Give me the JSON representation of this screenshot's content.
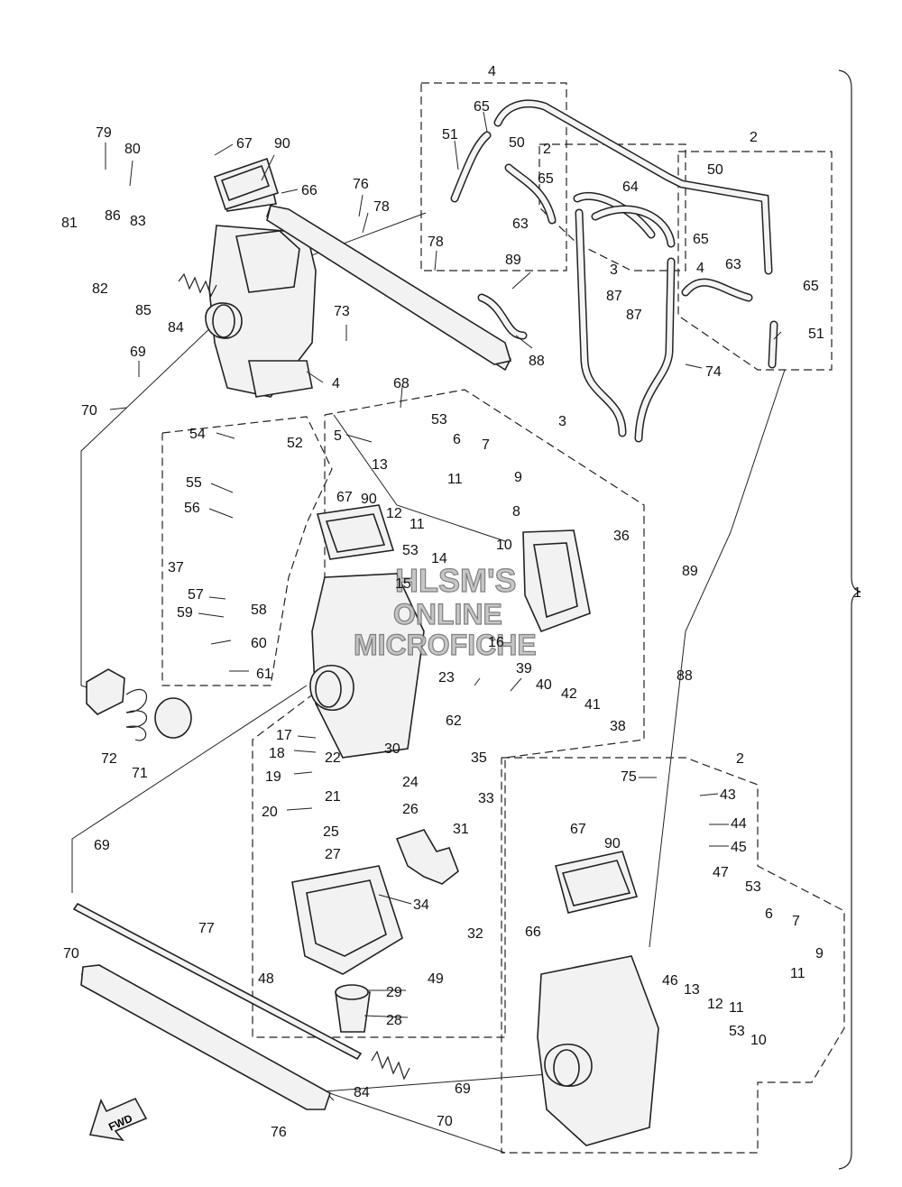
{
  "watermark": {
    "line1": "HLSM'S",
    "line2": "ONLINE",
    "line3": "MICROFICHE"
  },
  "fwd_arrow_label": "FWD",
  "callouts": [
    "79",
    "80",
    "67",
    "90",
    "66",
    "76",
    "78",
    "81",
    "86",
    "83",
    "82",
    "85",
    "84",
    "73",
    "69",
    "70",
    "4",
    "4",
    "51",
    "65",
    "50",
    "2",
    "65",
    "64",
    "3",
    "65",
    "4",
    "2",
    "50",
    "63",
    "87",
    "87",
    "65",
    "51",
    "74",
    "78",
    "89",
    "88",
    "63",
    "68",
    "53",
    "6",
    "7",
    "5",
    "13",
    "52",
    "54",
    "55",
    "56",
    "37",
    "57",
    "58",
    "59",
    "60",
    "61",
    "72",
    "71",
    "9",
    "11",
    "12",
    "11",
    "8",
    "36",
    "53",
    "67",
    "90",
    "14",
    "15",
    "16",
    "10",
    "3",
    "89",
    "88",
    "39",
    "40",
    "42",
    "41",
    "38",
    "23",
    "62",
    "35",
    "30",
    "17",
    "18",
    "22",
    "19",
    "24",
    "21",
    "26",
    "20",
    "33",
    "25",
    "31",
    "27",
    "69",
    "70",
    "77",
    "34",
    "32",
    "48",
    "49",
    "29",
    "28",
    "84",
    "69",
    "70",
    "76",
    "75",
    "2",
    "43",
    "44",
    "45",
    "47",
    "67",
    "90",
    "53",
    "66",
    "6",
    "7",
    "46",
    "13",
    "12",
    "11",
    "9",
    "11",
    "53",
    "10",
    "1"
  ]
}
